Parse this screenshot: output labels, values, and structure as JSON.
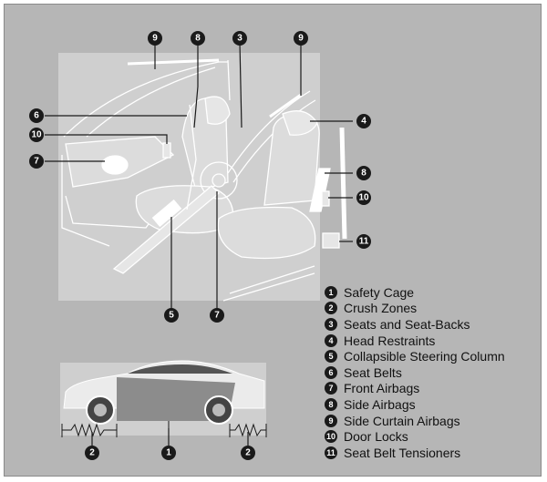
{
  "legend": [
    {
      "num": "1",
      "label": "Safety Cage"
    },
    {
      "num": "2",
      "label": "Crush Zones"
    },
    {
      "num": "3",
      "label": "Seats and Seat-Backs"
    },
    {
      "num": "4",
      "label": "Head Restraints"
    },
    {
      "num": "5",
      "label": "Collapsible Steering Column"
    },
    {
      "num": "6",
      "label": "Seat Belts"
    },
    {
      "num": "7",
      "label": "Front Airbags"
    },
    {
      "num": "8",
      "label": "Side Airbags"
    },
    {
      "num": "9",
      "label": "Side Curtain Airbags"
    },
    {
      "num": "10",
      "label": "Door Locks"
    },
    {
      "num": "11",
      "label": "Seat Belt Tensioners"
    }
  ],
  "callouts": {
    "c9a": "9",
    "c8a": "8",
    "c3": "3",
    "c9b": "9",
    "c6": "6",
    "c4": "4",
    "c10a": "10",
    "c7a": "7",
    "c8b": "8",
    "c10b": "10",
    "c11": "11",
    "c5": "5",
    "c7b": "7",
    "c2a": "2",
    "c1": "1",
    "c2b": "2"
  },
  "colors": {
    "background": "#b6b6b6",
    "interior_bg": "#cfcfcf",
    "callout": "#1a1a1a"
  }
}
